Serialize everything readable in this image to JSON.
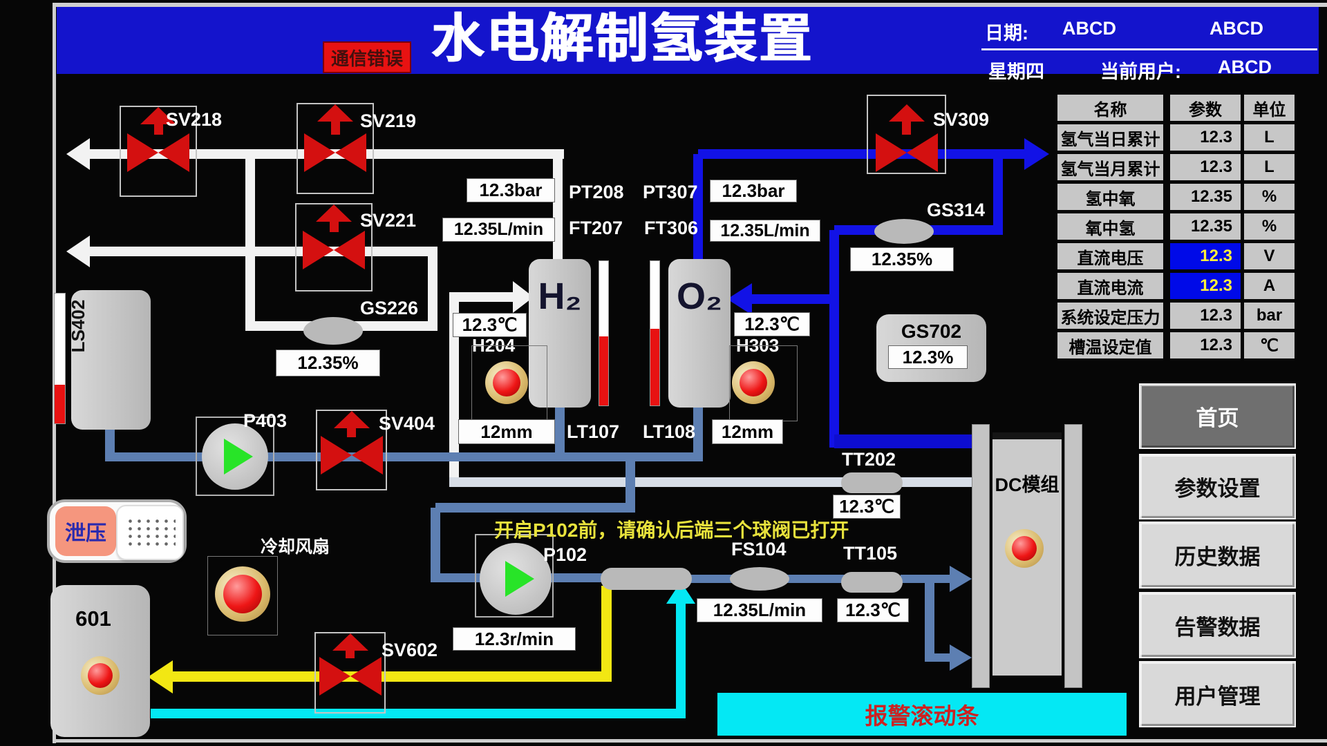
{
  "header": {
    "comm_error": "通信错误",
    "title": "水电解制氢装置",
    "date_label": "日期:",
    "date_value": "ABCD",
    "time_value": "ABCD",
    "weekday": "星期四",
    "user_label": "当前用户:",
    "user_value": "ABCD"
  },
  "table": {
    "headers": [
      "名称",
      "参数",
      "单位"
    ],
    "rows": [
      {
        "name": "氢气当日累计",
        "value": "12.3",
        "unit": "L"
      },
      {
        "name": "氢气当月累计",
        "value": "12.3",
        "unit": "L"
      },
      {
        "name": "氢中氧",
        "value": "12.35",
        "unit": "%"
      },
      {
        "name": "氧中氢",
        "value": "12.35",
        "unit": "%"
      },
      {
        "name": "直流电压",
        "value": "12.3",
        "unit": "V"
      },
      {
        "name": "直流电流",
        "value": "12.3",
        "unit": "A"
      },
      {
        "name": "系统设定压力",
        "value": "12.3",
        "unit": "bar"
      },
      {
        "name": "槽温设定值",
        "value": "12.3",
        "unit": "℃"
      }
    ]
  },
  "nav": {
    "home": "首页",
    "params": "参数设置",
    "history": "历史数据",
    "alarms": "告警数据",
    "users": "用户管理"
  },
  "tags": {
    "sv218": "SV218",
    "sv219": "SV219",
    "sv221": "SV221",
    "sv309": "SV309",
    "sv404": "SV404",
    "sv602": "SV602",
    "gs226": "GS226",
    "gs314": "GS314",
    "gs702": "GS702",
    "fs104": "FS104",
    "tt202": "TT202",
    "tt105": "TT105",
    "pt208": "PT208",
    "pt307": "PT307",
    "ft207": "FT207",
    "ft306": "FT306",
    "lt107": "LT107",
    "lt108": "LT108",
    "h204": "H204",
    "h303": "H303",
    "p403": "P403",
    "p102": "P102",
    "ls402": "LS402",
    "tank601": "601",
    "dc_module": "DC模组",
    "h2": "H₂",
    "o2": "O₂",
    "cooling_fan": "冷却风扇",
    "relief": "泄压"
  },
  "values": {
    "gs226": "12.35%",
    "gs314": "12.35%",
    "gs702": "12.3%",
    "h2_pressure": "12.3bar",
    "h2_flow": "12.35L/min",
    "o2_pressure": "12.3bar",
    "o2_flow": "12.35L/min",
    "h204_temp": "12.3℃",
    "h303_temp": "12.3℃",
    "h2_level": "12mm",
    "o2_level": "12mm",
    "tt202_temp": "12.3℃",
    "tt105_temp": "12.3℃",
    "fs104_flow": "12.35L/min",
    "p102_speed": "12.3r/min"
  },
  "messages": {
    "warning": "开启P102前，请确认后端三个球阀已打开",
    "alarm_bar": "报警滚动条"
  },
  "colors": {
    "header_blue": "#1414cc",
    "pipe_blue": "#1212e6",
    "pipe_steel": "#5d7fb2",
    "pipe_yellow": "#f2e713",
    "pipe_cyan": "#04e8f4",
    "valve_red": "#d41010",
    "alarm_text_red": "#cc2222",
    "setpoint_blue": "#000ae8",
    "setpoint_yellow": "#ffef3c"
  }
}
